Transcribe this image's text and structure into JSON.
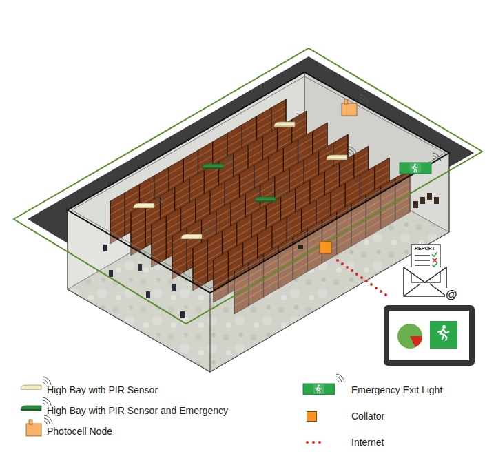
{
  "diagram": {
    "labels": [
      "REPORT",
      "@"
    ],
    "legend": [
      {
        "text": "High Bay with PIR Sensor"
      },
      {
        "text": "Emergency Exit Light"
      },
      {
        "text": "High Bay with PIR Sensor and Emergency"
      },
      {
        "text": "Collator",
        "color": "#f7941d"
      },
      {
        "text": "Photocell Node"
      },
      {
        "text": "Internet"
      }
    ]
  }
}
